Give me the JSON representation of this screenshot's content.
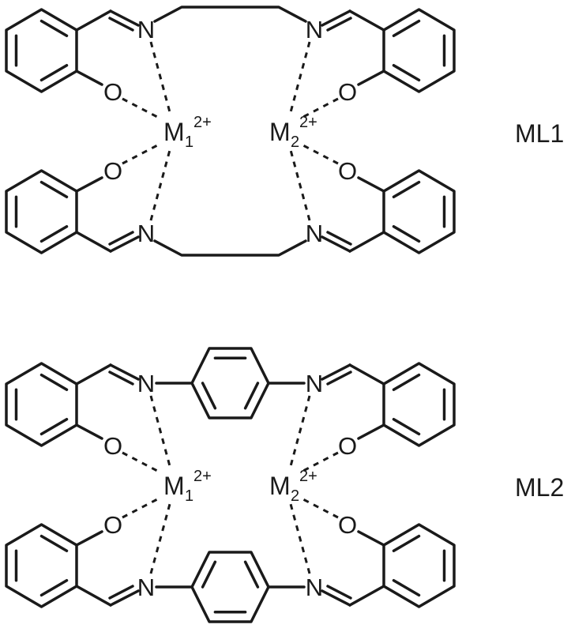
{
  "figure": {
    "type": "chemical-structure-diagram",
    "colors": {
      "background": "#ffffff",
      "ink": "#1a1a1a"
    },
    "complexes": [
      {
        "label": "ML1",
        "bridge": "ethylene",
        "nitrogen": "N",
        "oxygen": "O",
        "metal1": {
          "symbol": "M",
          "sub": "1",
          "sup": "2+"
        },
        "metal2": {
          "symbol": "M",
          "sub": "2",
          "sup": "2+"
        }
      },
      {
        "label": "ML2",
        "bridge": "para-phenylene",
        "nitrogen": "N",
        "oxygen": "O",
        "metal1": {
          "symbol": "M",
          "sub": "1",
          "sup": "2+"
        },
        "metal2": {
          "symbol": "M",
          "sub": "2",
          "sup": "2+"
        }
      }
    ]
  }
}
